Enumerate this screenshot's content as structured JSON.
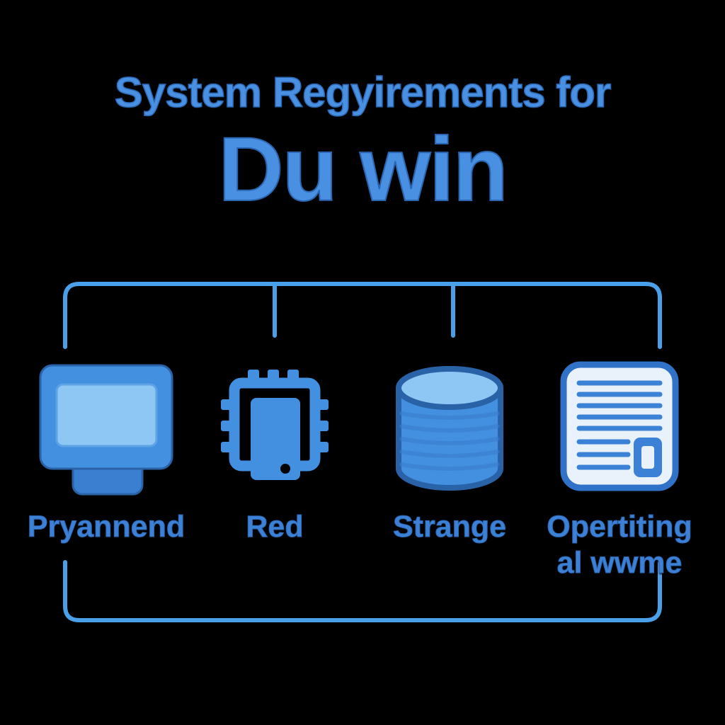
{
  "colors": {
    "background": "#000000",
    "title_blue": "#4a90e2",
    "title_outline": "#2a67b2",
    "label_blue": "#3d81d6",
    "bracket_blue": "#4aa0e8",
    "icon_fill": "#4390e0",
    "icon_fill_dark": "#3a7fd0",
    "icon_fill_light": "#8ec7f3",
    "icon_outline": "#2a62a8",
    "screen_edge": "#5da3e5",
    "doc_fill": "#e9f2fb",
    "doc_border": "#2f72c8",
    "doc_line": "#3b82d6",
    "db_stripe": "#3a7ccc"
  },
  "title": {
    "line1": "System Regyirements for",
    "line2": "Du win"
  },
  "items": [
    {
      "icon": "monitor-icon",
      "label": "Pryannend"
    },
    {
      "icon": "cpu-icon",
      "label": "Red"
    },
    {
      "icon": "database-icon",
      "label": "Strange"
    },
    {
      "icon": "document-icon",
      "label": "Opertiting",
      "label_line2": "al wwme"
    }
  ]
}
